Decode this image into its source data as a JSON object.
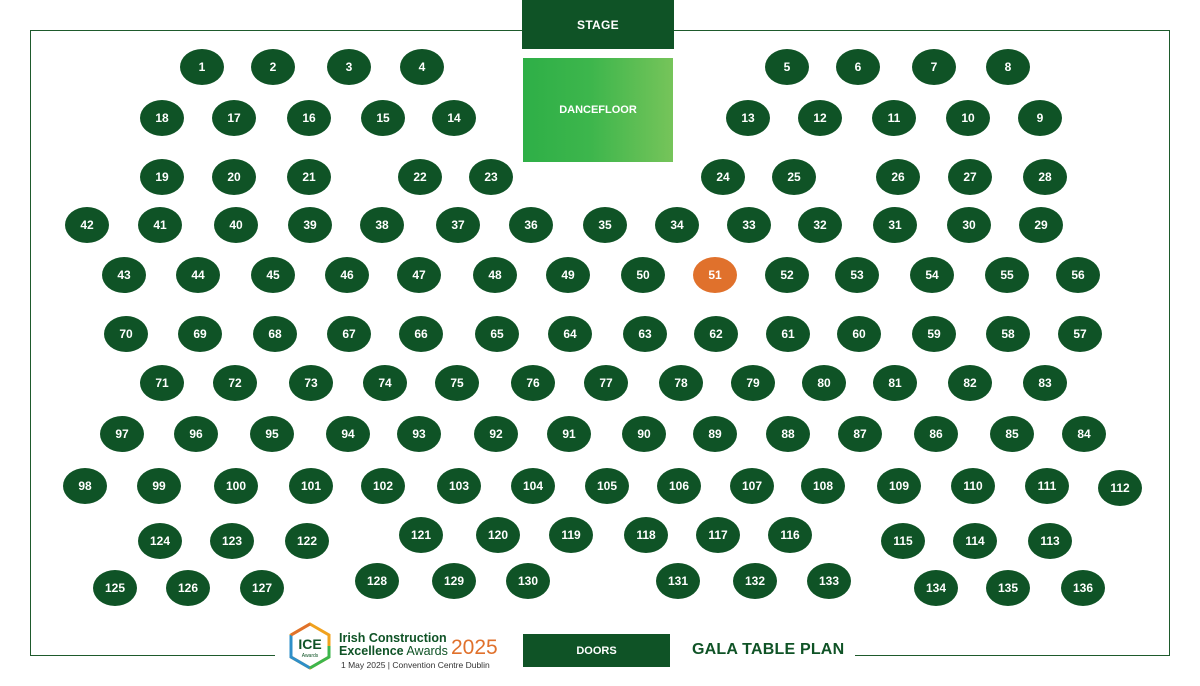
{
  "stage_label": "STAGE",
  "dancefloor_label": "DANCEFLOOR",
  "doors_label": "DOORS",
  "plan_title": "GALA TABLE PLAN",
  "highlighted_table": "51",
  "colors": {
    "table": "#0f5326",
    "highlight": "#e0712c",
    "dancefloor": "#3db64c"
  },
  "logo": {
    "badge": "ICE",
    "badge_sub": "Awards",
    "line1": "Irish Construction",
    "line2_bold": "Excellence",
    "line2_rest": " Awards",
    "year": "2025",
    "subtitle": "1 May 2025 | Convention Centre Dublin"
  },
  "tables": [
    "1",
    "2",
    "3",
    "4",
    "5",
    "6",
    "7",
    "8",
    "9",
    "10",
    "11",
    "12",
    "13",
    "14",
    "15",
    "16",
    "17",
    "18",
    "19",
    "20",
    "21",
    "22",
    "23",
    "24",
    "25",
    "26",
    "27",
    "28",
    "29",
    "30",
    "31",
    "32",
    "33",
    "34",
    "35",
    "36",
    "37",
    "38",
    "39",
    "40",
    "41",
    "42",
    "43",
    "44",
    "45",
    "46",
    "47",
    "48",
    "49",
    "50",
    "51",
    "52",
    "53",
    "54",
    "55",
    "56",
    "57",
    "58",
    "59",
    "60",
    "61",
    "62",
    "63",
    "64",
    "65",
    "66",
    "67",
    "68",
    "69",
    "70",
    "71",
    "72",
    "73",
    "74",
    "75",
    "76",
    "77",
    "78",
    "79",
    "80",
    "81",
    "82",
    "83",
    "84",
    "85",
    "86",
    "87",
    "88",
    "89",
    "90",
    "91",
    "92",
    "93",
    "94",
    "95",
    "96",
    "97",
    "98",
    "99",
    "100",
    "101",
    "102",
    "103",
    "104",
    "105",
    "106",
    "107",
    "108",
    "109",
    "110",
    "111",
    "112",
    "113",
    "114",
    "115",
    "116",
    "117",
    "118",
    "119",
    "120",
    "121",
    "122",
    "123",
    "124",
    "125",
    "126",
    "127",
    "128",
    "129",
    "130",
    "131",
    "132",
    "133",
    "134",
    "135",
    "136"
  ]
}
